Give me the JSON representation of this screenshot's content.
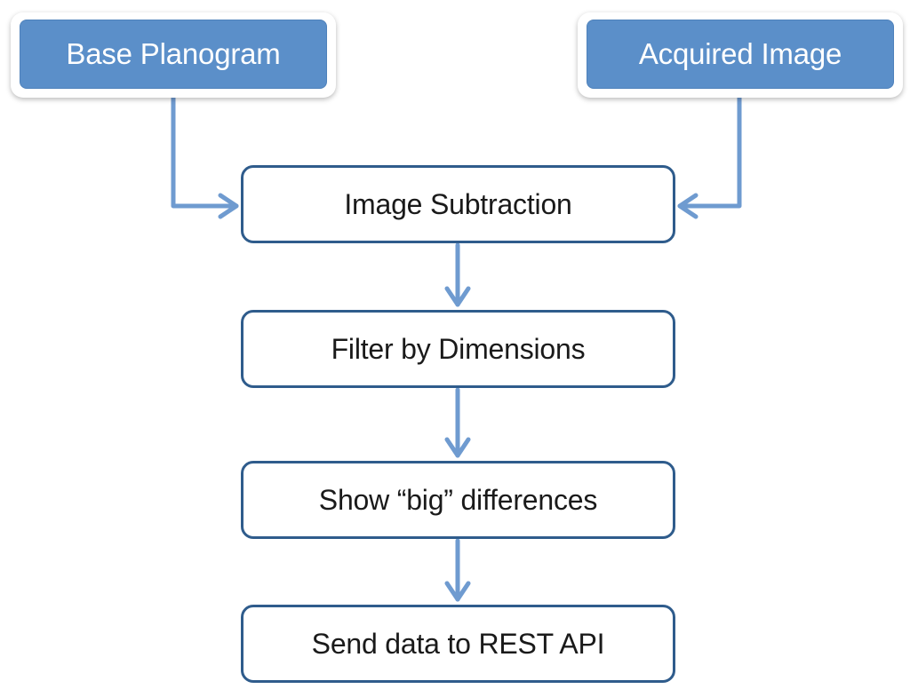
{
  "diagram": {
    "sources": {
      "base": "Base Planogram",
      "acquired": "Acquired Image"
    },
    "steps": [
      "Image Subtraction",
      "Filter by Dimensions",
      "Show “big” differences",
      "Send data to REST API"
    ],
    "colors": {
      "source_fill": "#5b8fc9",
      "box_border": "#2f5c8c",
      "arrow": "#6f9bd0"
    }
  }
}
